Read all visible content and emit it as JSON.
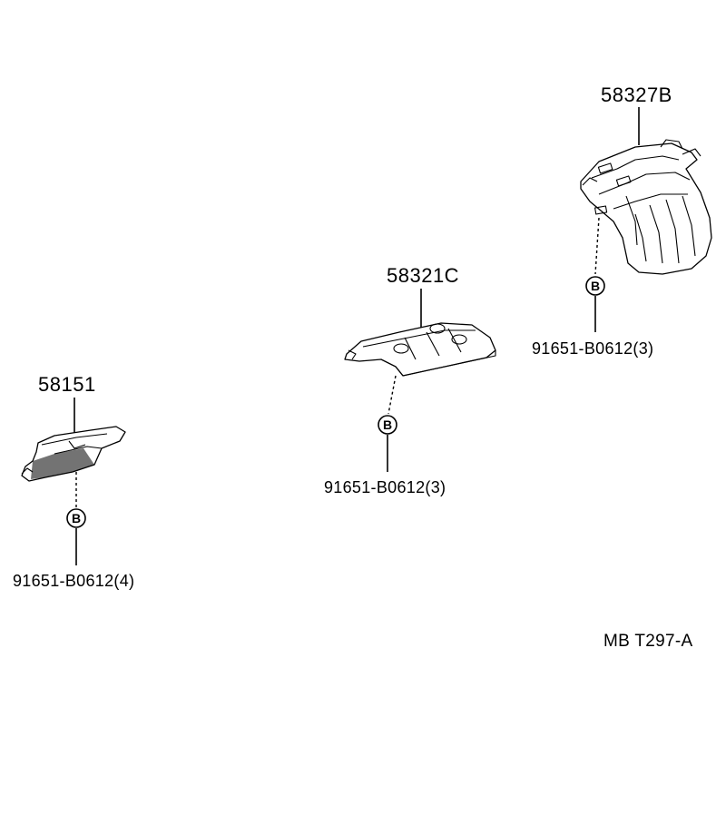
{
  "parts": [
    {
      "number": "58327B",
      "bolt_mark": "B",
      "bolt_number": "91651-B0612(3)"
    },
    {
      "number": "58321C",
      "bolt_mark": "B",
      "bolt_number": "91651-B0612(3)"
    },
    {
      "number": "58151",
      "bolt_mark": "B",
      "bolt_number": "91651-B0612(4)"
    }
  ],
  "reference_code": "MB T297-A"
}
